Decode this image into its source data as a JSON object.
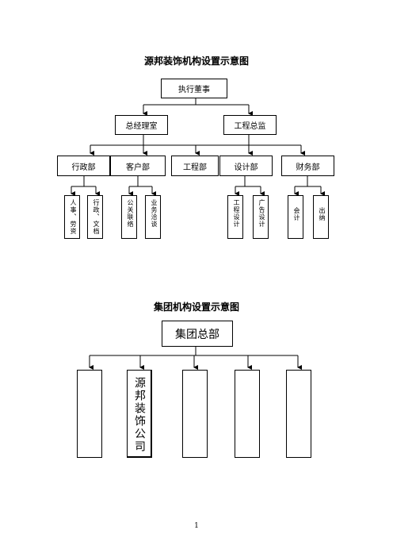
{
  "diagram1": {
    "title": "源邦装饰机构设置示意图",
    "exec_director": "执行董事",
    "general_manager": "总经理室",
    "chief_engineer": "工程总监",
    "departments": [
      "行政部",
      "客户部",
      "工程部",
      "设计部",
      "财务部"
    ],
    "sub_units": [
      "人事、劳资",
      "行政、文档",
      "公关联络",
      "业务洽谈",
      "工程设计",
      "广告设计",
      "会计",
      "出纳"
    ]
  },
  "diagram2": {
    "title": "集团机构设置示意图",
    "hq": "集团总部",
    "subsidiaries": [
      "",
      "源邦装饰公司",
      "",
      "",
      ""
    ]
  },
  "page_number": "1"
}
